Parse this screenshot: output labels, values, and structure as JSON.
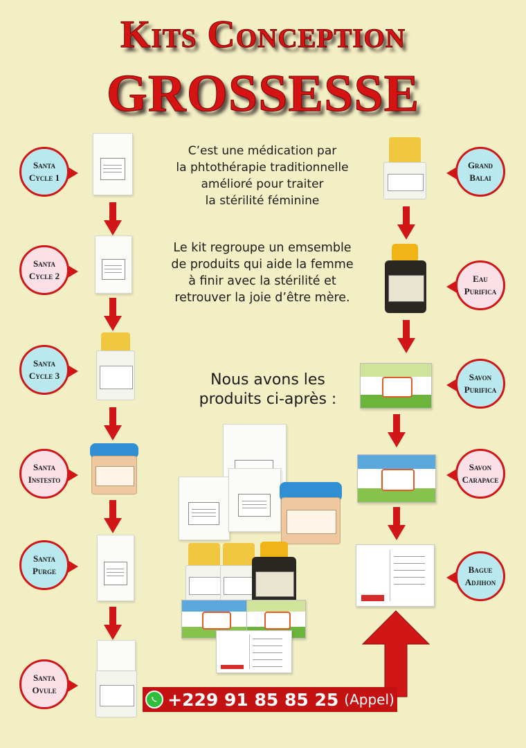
{
  "title": {
    "line1": "Kits Conception",
    "line2": "GROSSESSE"
  },
  "description": {
    "para1": [
      "C’est une médication par",
      "la phtothérapie traditionnelle",
      "amélioré pour traiter",
      "la stérilité féminine"
    ],
    "para2": [
      "Le kit regroupe un emsemble",
      "de produits qui aide la femme",
      "à finir avec la stérilité et",
      "retrouver la joie d’être mère."
    ]
  },
  "intro": [
    "Nous avons les",
    "produits ci-après :"
  ],
  "left_products": [
    {
      "line1": "Santa",
      "line2": "Cycle 1"
    },
    {
      "line1": "Santa",
      "line2": "Cycle 2"
    },
    {
      "line1": "Santa",
      "line2": "Cycle 3"
    },
    {
      "line1": "Santa",
      "line2": "Instesto"
    },
    {
      "line1": "Santa",
      "line2": "Purge"
    },
    {
      "line1": "Santa",
      "line2": "Ovule"
    }
  ],
  "right_products": [
    {
      "line1": "Grand",
      "line2": "Balai"
    },
    {
      "line1": "Eau",
      "line2": "Purifica"
    },
    {
      "line1": "Savon",
      "line2": "Purifica"
    },
    {
      "line1": "Savon",
      "line2": "Carapace"
    },
    {
      "line1": "Bague",
      "line2": "Adjihon"
    }
  ],
  "contact": {
    "phone": "+229 91 85 85 25",
    "note": "(Appel)",
    "icon": "whatsapp-icon"
  },
  "colors": {
    "background": "#f3efc4",
    "accent_red": "#c41212",
    "label_blue": "#b9e9ef",
    "label_pink": "#fbe0e8"
  }
}
